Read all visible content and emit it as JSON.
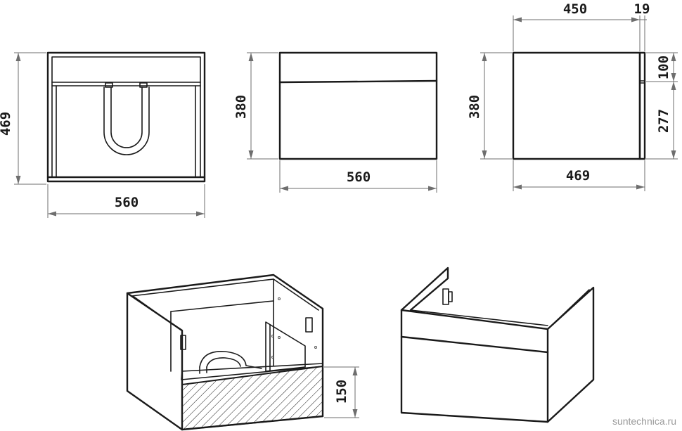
{
  "dimensions": {
    "front_height": "469",
    "front_width": "560",
    "side_height": "380",
    "side_width": "560",
    "right_top_width": "450",
    "right_top_gap": "19",
    "right_height": "380",
    "right_drawer_top": "100",
    "right_drawer_body": "277",
    "right_bottom_width": "469",
    "drawer_height": "150"
  },
  "watermark": "suntechnica.ru"
}
